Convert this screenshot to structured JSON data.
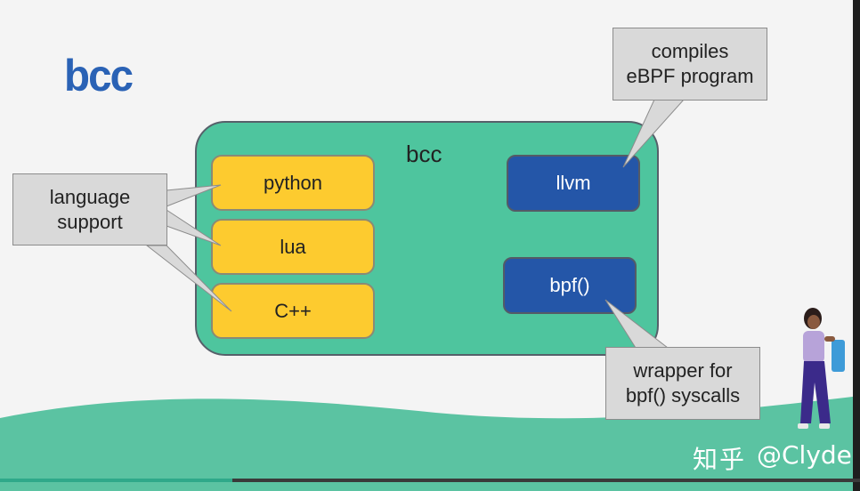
{
  "slide": {
    "title": "bcc",
    "colors": {
      "title": "#2a62b5",
      "main_box": "#4ec59e",
      "language_box": "#fdcb2f",
      "tool_box": "#2456a8",
      "callout": "#d9d9d9",
      "wave": "#5bc3a2"
    }
  },
  "diagram": {
    "main_label": "bcc",
    "languages": [
      "python",
      "lua",
      "C++"
    ],
    "tools": {
      "llvm": "llvm",
      "bpf": "bpf()"
    },
    "callouts": {
      "language_support": [
        "language",
        "support"
      ],
      "compiles": [
        "compiles",
        "eBPF program"
      ],
      "wrapper": [
        "wrapper for",
        "bpf() syscalls"
      ]
    }
  },
  "watermark": {
    "site": "知乎",
    "user": "@Clyde"
  },
  "player": {
    "progress_fraction": 0.27
  }
}
